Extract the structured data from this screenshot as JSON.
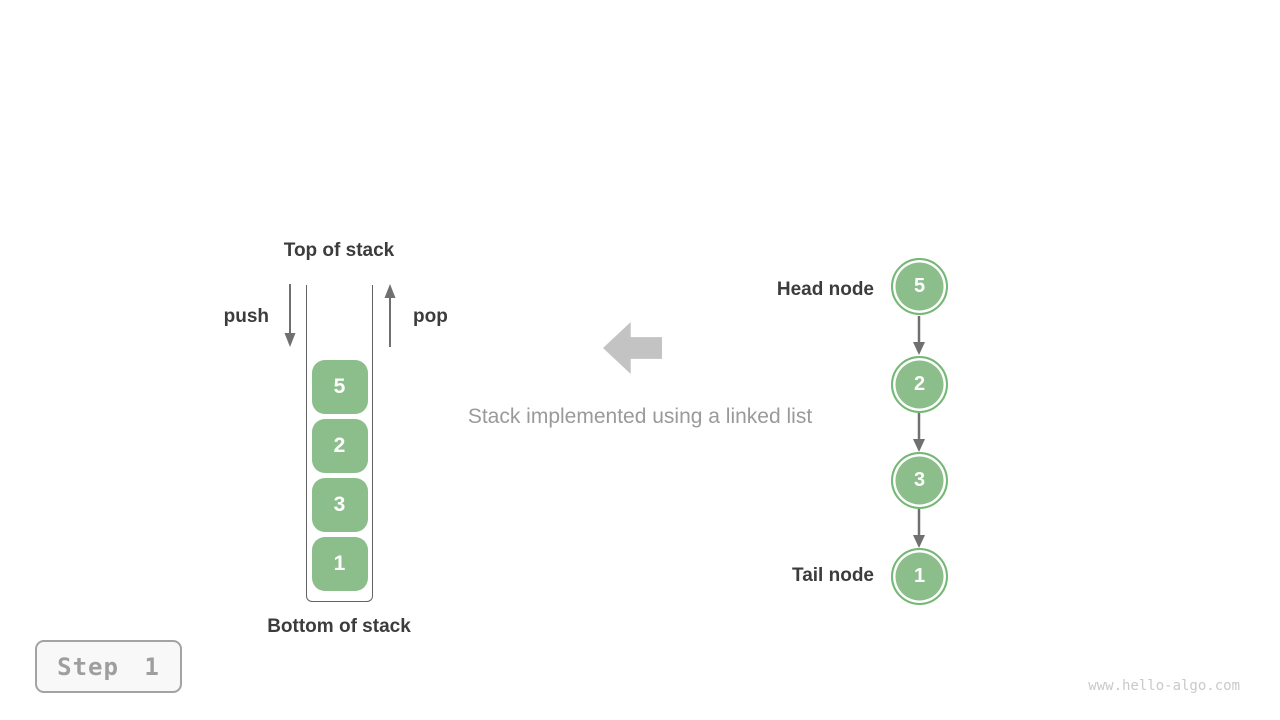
{
  "stack": {
    "top_label": "Top of stack",
    "bottom_label": "Bottom of stack",
    "push_label": "push",
    "pop_label": "pop",
    "items": [
      "5",
      "2",
      "3",
      "1"
    ]
  },
  "caption": "Stack implemented using a linked list",
  "linked_list": {
    "head_label": "Head node",
    "tail_label": "Tail node",
    "nodes": [
      "5",
      "2",
      "3",
      "1"
    ]
  },
  "step_badge": {
    "label": "Step 1"
  },
  "watermark": "www.hello-algo.com",
  "colors": {
    "node_green_fill": "#8cbe8c",
    "node_green_border": "#74b874",
    "label_dark": "#3c3c3c",
    "muted_gray_text": "#9a9a9a",
    "arrow_dark_gray": "#707070",
    "big_arrow_gray": "#c3c3c3",
    "container_border_gray": "#636363",
    "badge_text_gray": "#9e9e9e",
    "watermark_gray": "#c9c9c9"
  }
}
